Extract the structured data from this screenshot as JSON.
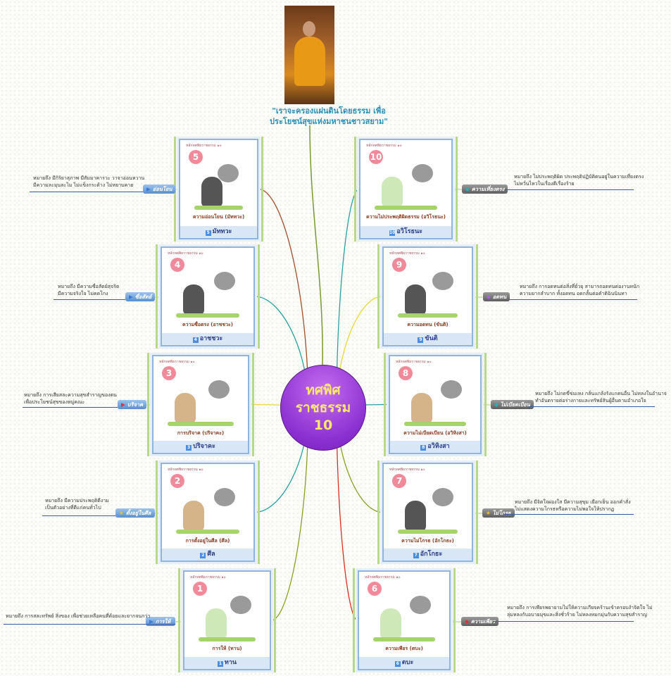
{
  "header": {
    "quote": "\"เราจะครองแผ่นดินโดยธรรม เพื่อประโยชน์สุขแห่งมหาชนชาวสยาม\""
  },
  "center": {
    "line1": "ทศพิศ",
    "line2": "ราชธรรม",
    "line3": "10"
  },
  "card_heading": "หลักทศพิธราชธรรม ๑๐",
  "branches": [
    {
      "num": "1",
      "name": "ทาน",
      "subtitle": "การให้ (ทาน)",
      "badge": "การให้",
      "icon": "flag-icon",
      "icon_color": "#3a78d8",
      "side": "left",
      "link_color": "#8aa020",
      "desc": [
        "หมายถึง การสละทรัพย์ สิ่งของ เพื่อช่วยเหลือคนที่ด้อยและยากจนกว่า"
      ]
    },
    {
      "num": "2",
      "name": "ศีล",
      "subtitle": "การตั้งอยู่ในศีล (ศีล)",
      "badge": "ตั้งอยู่ในศีล",
      "icon": "star-icon",
      "icon_color": "#f0c020",
      "side": "left",
      "link_color": "#2aa0a0",
      "desc": [
        "หมายถึง มีความประพฤติดีงาม",
        "เป็นตัวอย่างที่ดีแก่คนทั่วไป"
      ]
    },
    {
      "num": "3",
      "name": "ปริจาคะ",
      "subtitle": "การบริจาค (ปริจาคะ)",
      "badge": "บริจาค",
      "icon": "flag-icon",
      "icon_color": "#e0303a",
      "side": "left",
      "link_color": "#e8d830",
      "desc": [
        "หมายถึง การเสียสละความสุขสำราญของตน",
        "เพื่อประโยชน์สุขของหมู่คณะ"
      ]
    },
    {
      "num": "4",
      "name": "อาชชวะ",
      "subtitle": "ความซื่อตรง (อาชชวะ)",
      "badge": "ซื่อสัตย์",
      "icon": "flag-icon",
      "icon_color": "#3a78d8",
      "side": "left",
      "link_color": "#2aa0a0",
      "desc": [
        "หมายถึง มีความซื่อสัตย์สุจริต",
        "มีความจริงใจ ไม่คดโกง"
      ]
    },
    {
      "num": "5",
      "name": "มัททวะ",
      "subtitle": "ความอ่อนโยน (มัททวะ)",
      "badge": "อ่อนโยน",
      "icon": "flag-icon",
      "icon_color": "#3a78d8",
      "side": "left",
      "link_color": "#a0502a",
      "desc": [
        "หมายถึง มีกิริยาสุภาพ มีสัมมาคารวะ วาจาอ่อนหวาน",
        "มีความละมุนละไม ไม่แข็งกระด้าง ไม่หยาบคาย"
      ]
    },
    {
      "num": "6",
      "name": "ตบะ",
      "subtitle": "ความเพียร (ตบะ)",
      "badge": "ความเพียร",
      "icon": "flag-icon",
      "icon_color": "#e0303a",
      "side": "right",
      "link_color": "#d83020",
      "desc": [
        "หมายถึง การเพียรพยายามไม่ให้ความเกียจคร้านเข้าครอบงำจิตใจ ไม่",
        "ลุ่มหลงกับอบายมุขและสิ่งชั่วร้าย ไม่หลงหมกมุ่นกับความสุขสำราญ"
      ]
    },
    {
      "num": "7",
      "name": "อักโกธะ",
      "subtitle": "ความไม่โกรธ (อักโกธะ)",
      "badge": "ไม่โกรธ",
      "icon": "star-icon",
      "icon_color": "#f0c020",
      "side": "right",
      "link_color": "#8aa020",
      "desc": [
        "หมายถึง มีจิตใจผ่องใส มีความสุขุม เยือกเย็น ออกคำสั่ง",
        "ไม่แสดงความโกรธหรือความไม่พอใจให้ปรากฏ"
      ]
    },
    {
      "num": "8",
      "name": "อวิหิงสา",
      "subtitle": "ความไม่เบียดเบียน (อวิหิงสา)",
      "badge": "ไม่เบียดเบียน",
      "icon": "flag-icon",
      "icon_color": "#2ab0b0",
      "side": "right",
      "link_color": "#2aa0a0",
      "desc": [
        "หมายถึง ไม่กดขี่ข่มเหง กลั่นแกล้งรังแกคนอื่น ไม่หลงในอำนาจ",
        "ทำอันตรายต่อร่างกายและทรัพย์สินผู้อื่นตามอำเภอใจ"
      ]
    },
    {
      "num": "9",
      "name": "ขันติ",
      "subtitle": "ความอดทน (ขันติ)",
      "badge": "อดทน",
      "icon": "flag-icon",
      "icon_color": "#b060e0",
      "side": "right",
      "link_color": "#e8d830",
      "desc": [
        "หมายถึง การอดทนต่อสิ่งที่ยั่วยุ สามารถอดทนต่องานหนัก",
        "ความยากลำบาก ทั้งอดทน อดกลั้นต่อคำติฉินนินทา"
      ]
    },
    {
      "num": "10",
      "name": "อวิโรธนะ",
      "subtitle": "ความไม่ประพฤติผิดธรรม (อวิโรธนะ)",
      "badge": "ความเที่ยงตรง",
      "icon": "flag-icon",
      "icon_color": "#2ab0b0",
      "side": "right",
      "link_color": "#2aa0a0",
      "desc": [
        "หมายถึง ไม่ประพฤติผิด ประพฤติปฏิบัติตนอยู่ในความเที่ยงตรง",
        "ไม่หวั่นไหวในเรื่องดีเรื่องร้าย"
      ]
    }
  ],
  "colors": {
    "top_link": "#7a9a30",
    "underline": "#3c5aa8"
  }
}
